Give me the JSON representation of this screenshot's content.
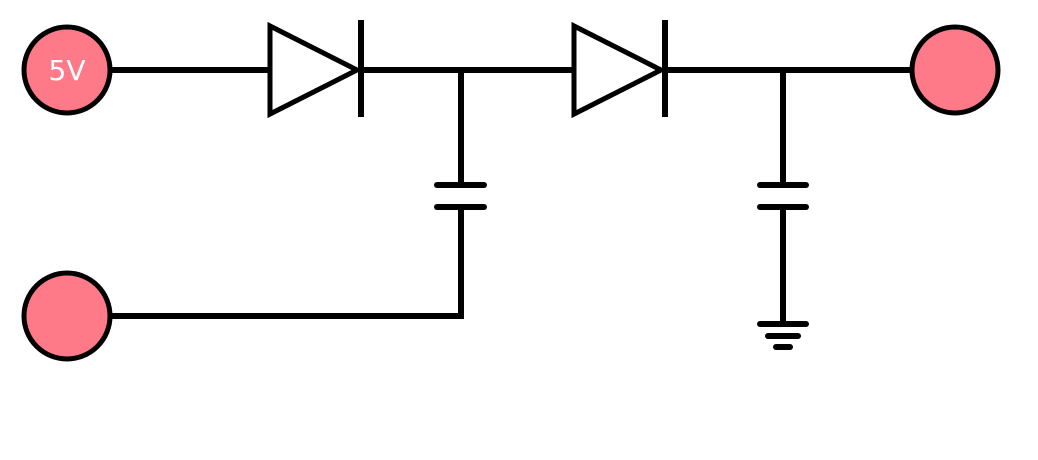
{
  "diagram": {
    "type": "circuit-schematic",
    "colors": {
      "terminal_fill": "#FF7A88",
      "line": "#000000",
      "background": "#FFFFFF"
    },
    "terminals": {
      "input": {
        "label": "5V"
      },
      "output": {
        "label": ""
      },
      "clock": {
        "label": ""
      }
    },
    "components": [
      {
        "kind": "diode",
        "icon": "diode-icon"
      },
      {
        "kind": "diode",
        "icon": "diode-icon"
      },
      {
        "kind": "capacitor",
        "icon": "capacitor-icon"
      },
      {
        "kind": "capacitor",
        "icon": "capacitor-icon"
      },
      {
        "kind": "ground",
        "icon": "ground-icon"
      }
    ]
  }
}
